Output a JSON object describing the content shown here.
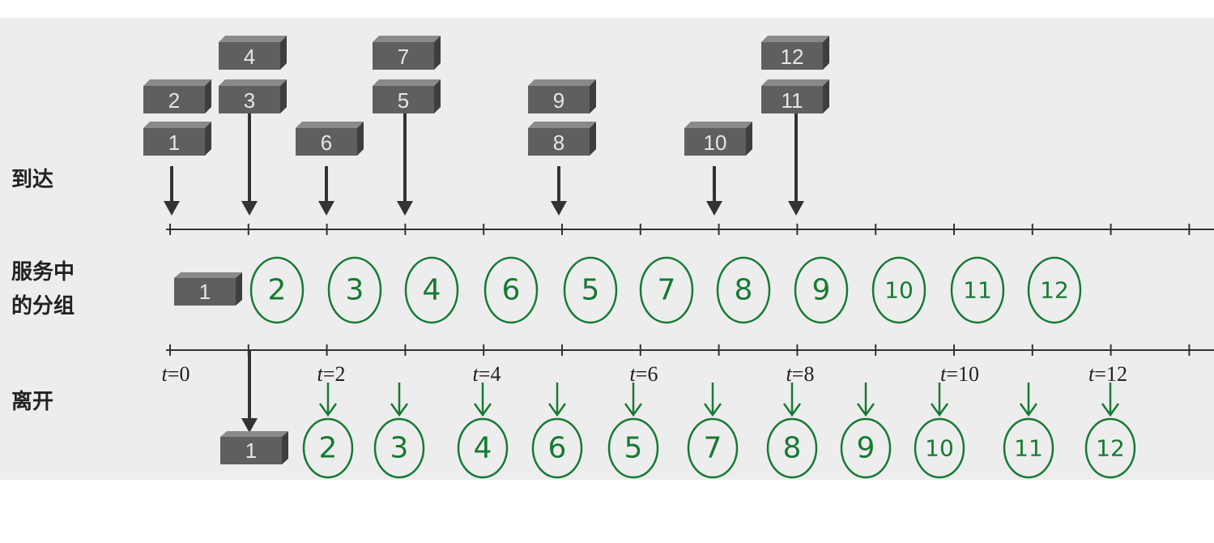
{
  "row_labels": {
    "arrivals": "到达",
    "in_service_line1": "服务中",
    "in_service_line2": "的分组",
    "departures": "离开"
  },
  "arrival_packets": [
    "1",
    "2",
    "3",
    "4",
    "5",
    "6",
    "7",
    "8",
    "9",
    "10",
    "11",
    "12"
  ],
  "in_service_packet": "1",
  "departed_packet": "1",
  "time_axis_labels": [
    {
      "var": "t",
      "rest": "=0"
    },
    {
      "var": "t",
      "rest": "=2"
    },
    {
      "var": "t",
      "rest": "=4"
    },
    {
      "var": "t",
      "rest": "=6"
    },
    {
      "var": "t",
      "rest": "=8"
    },
    {
      "var": "t",
      "rest": "=10"
    },
    {
      "var": "t",
      "rest": "=12"
    }
  ],
  "handwritten_service_order": [
    "2",
    "3",
    "4",
    "6",
    "5",
    "7",
    "8",
    "9",
    "10",
    "11",
    "12"
  ],
  "handwritten_departure_order": [
    "2",
    "3",
    "4",
    "6",
    "5",
    "7",
    "8",
    "9",
    "10",
    "11",
    "12"
  ],
  "colors": {
    "ink_green": "#167a33",
    "packet_gray": "#5f5f5f",
    "scan_background": "#ededed"
  }
}
